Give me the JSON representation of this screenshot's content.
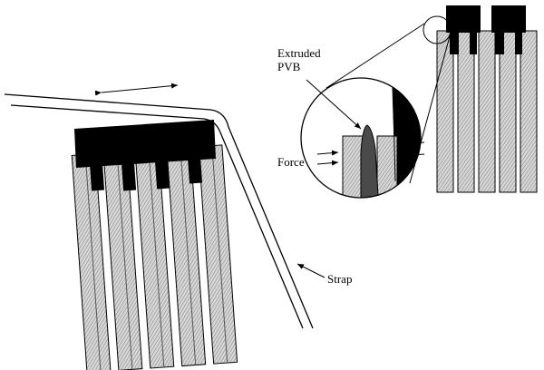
{
  "labels": {
    "extruded_line1": "Extruded",
    "extruded_line2": "PVB",
    "force": "Force",
    "strap": "Strap"
  },
  "colors": {
    "black": "#000000",
    "hatch_fill": "#d6d6d6",
    "hatch_line": "#7a7a7a",
    "background": "#ffffff"
  },
  "icons": {
    "motion_arrow": "double-headed-arrow-icon",
    "force_arrows": "arrow-right-icon"
  }
}
